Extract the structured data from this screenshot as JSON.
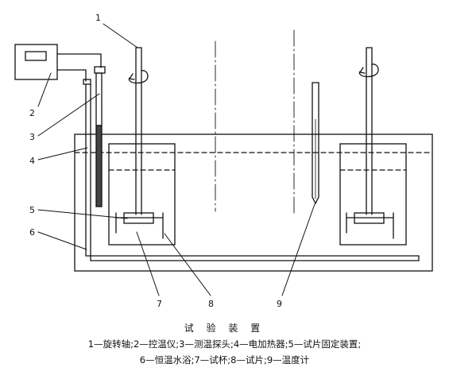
{
  "callouts": {
    "c1": "1",
    "c2": "2",
    "c3": "3",
    "c4": "4",
    "c5": "5",
    "c6": "6",
    "c7": "7",
    "c8": "8",
    "c9": "9"
  },
  "caption": {
    "title": "试 验 装 置",
    "line1": "1—旋转轴;2—控温仪;3—测温探头;4—电加热器;5—试片固定装置;",
    "line2": "6—恒温水浴;7—试杯;8—试片;9—温度计"
  }
}
